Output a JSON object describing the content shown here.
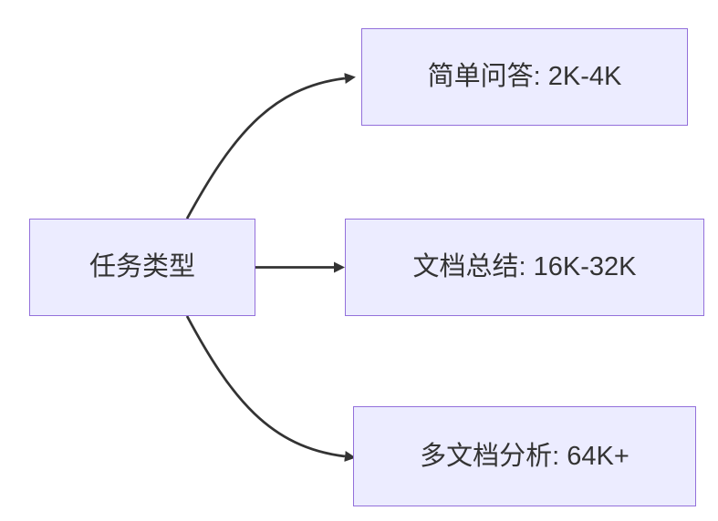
{
  "diagram": {
    "type": "flowchart-LR",
    "background_color": "#ffffff",
    "node_fill_color": "#ECECFF",
    "node_border_color": "#9370DB",
    "edge_color": "#333333",
    "text_color": "#333333",
    "nodes": [
      {
        "id": "root",
        "label": "任务类型"
      },
      {
        "id": "simple-qa",
        "label": "简单问答: 2K-4K"
      },
      {
        "id": "doc-summary",
        "label": "文档总结: 16K-32K"
      },
      {
        "id": "multi-doc",
        "label": "多文档分析: 64K+"
      }
    ],
    "edges": [
      {
        "from": "任务类型",
        "to": "简单问答: 2K-4K"
      },
      {
        "from": "任务类型",
        "to": "文档总结: 16K-32K"
      },
      {
        "from": "任务类型",
        "to": "多文档分析: 64K+"
      }
    ]
  }
}
